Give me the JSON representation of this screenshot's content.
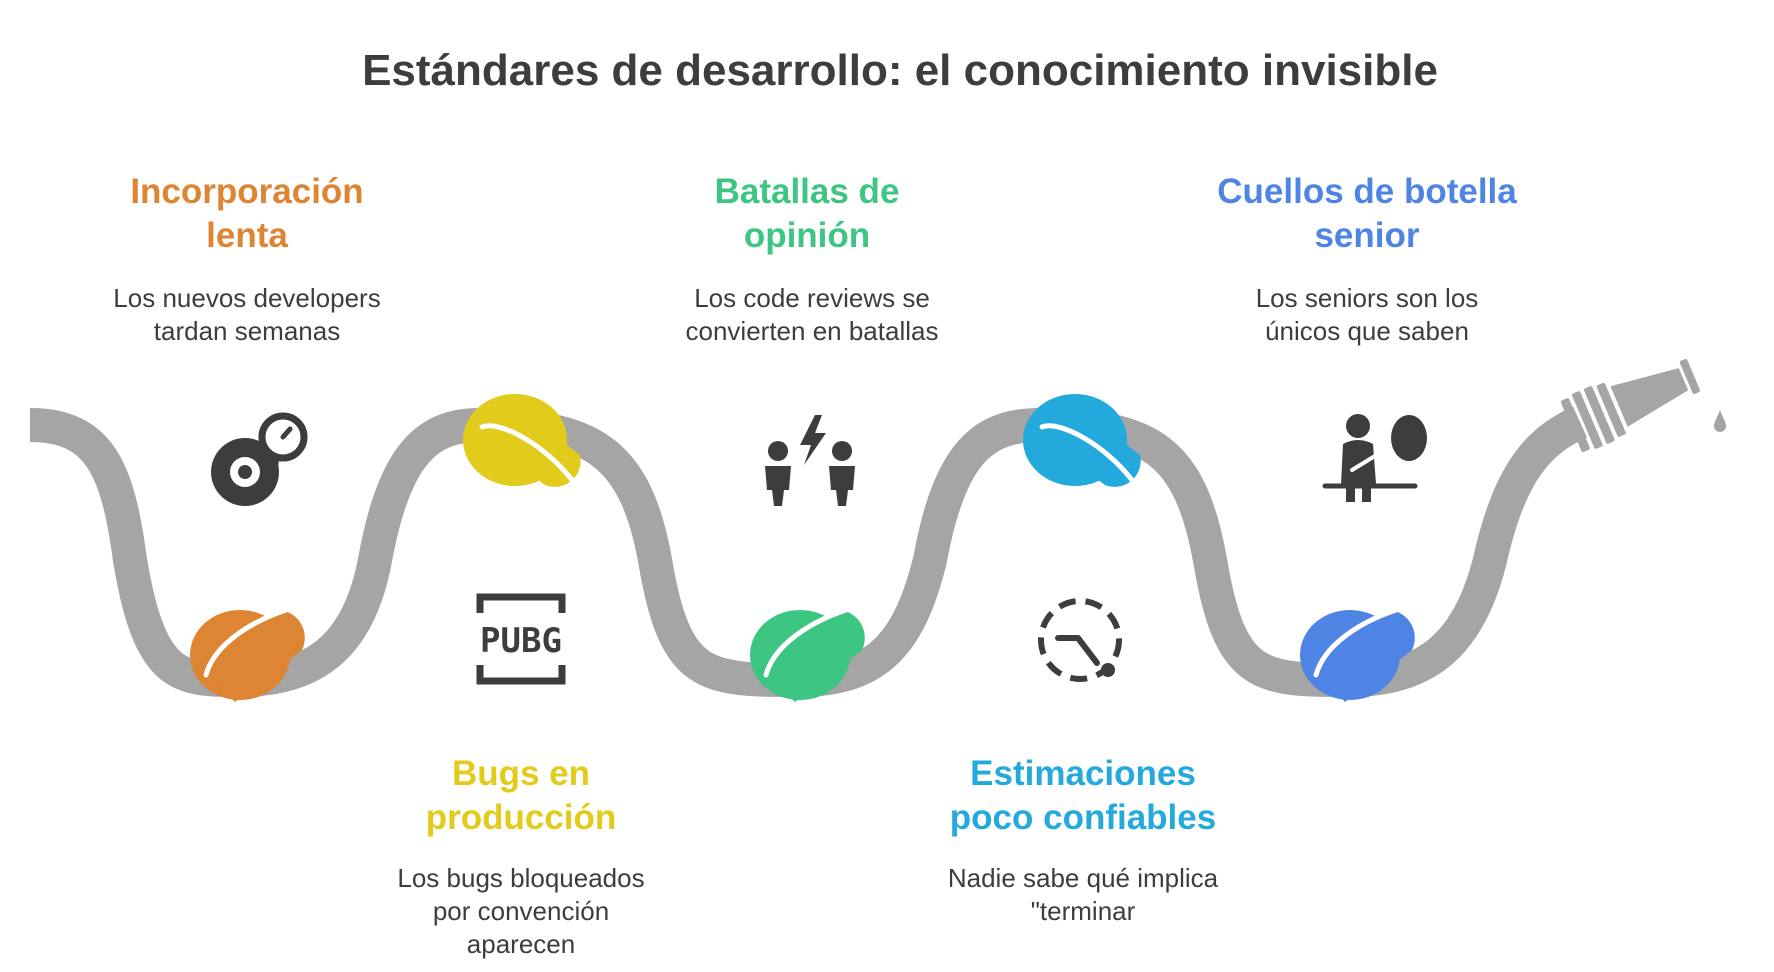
{
  "title": "Estándares de desarrollo: el conocimiento invisible",
  "steps": [
    {
      "heading": [
        "Incorporación",
        "lenta"
      ],
      "description": [
        "Los nuevos developers",
        "tardan semanas"
      ],
      "icon": "slow-onboarding-icon",
      "color": "#DD8533"
    },
    {
      "heading": [
        "Bugs en",
        "producción"
      ],
      "description": [
        "Los bugs bloqueados",
        "por convención",
        "aparecen"
      ],
      "icon": "pubg-icon",
      "color": "#E2CB1B"
    },
    {
      "heading": [
        "Batallas de",
        "opinión"
      ],
      "description": [
        "Los code reviews se",
        "convierten en batallas"
      ],
      "icon": "conflict-icon",
      "color": "#3DC582"
    },
    {
      "heading": [
        "Estimaciones",
        "poco confiables"
      ],
      "description": [
        "Nadie sabe qué implica",
        "\"terminar"
      ],
      "icon": "dashed-clock-icon",
      "color": "#23A9DB"
    },
    {
      "heading": [
        "Cuellos de botella",
        "senior"
      ],
      "description": [
        "Los seniors son los",
        "únicos que saben"
      ],
      "icon": "senior-presenting-icon",
      "color": "#4E84E3"
    }
  ],
  "hose_color": "#A5A5A5",
  "pubg_label": "PUBG"
}
